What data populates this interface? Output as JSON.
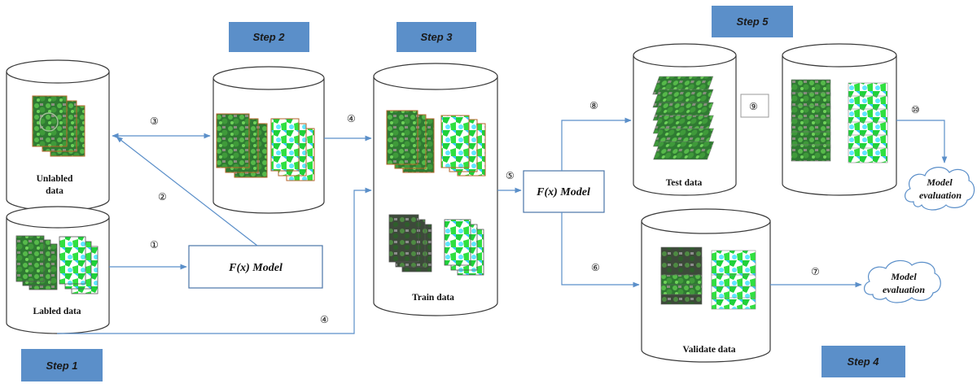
{
  "colors": {
    "step_box": "#5b8fc9",
    "arrow": "#5b8fc9",
    "cylinder_stroke": "#3a3a3a",
    "model_box_stroke": "#4a74a8"
  },
  "steps": {
    "step1": "Step 1",
    "step2": "Step 2",
    "step3": "Step 3",
    "step4": "Step 4",
    "step5": "Step 5"
  },
  "cylinders": {
    "unlabeled_line1": "Unlabled",
    "unlabeled_line2": "data",
    "labeled": "Labled data",
    "train": "Train data",
    "test": "Test data",
    "validate": "Validate data"
  },
  "models": {
    "left": "F(x) Model",
    "middle": "F(x) Model"
  },
  "numbers": {
    "n1": "①",
    "n2": "②",
    "n3": "③",
    "n4a": "④",
    "n4b": "④",
    "n5": "⑤",
    "n6": "⑥",
    "n7": "⑦",
    "n8": "⑧",
    "n9": "⑨",
    "n10": "⑩"
  },
  "clouds": {
    "top_line1": "Model",
    "top_line2": "evaluation",
    "bottom_line1": "Model",
    "bottom_line2": "evaluation"
  }
}
